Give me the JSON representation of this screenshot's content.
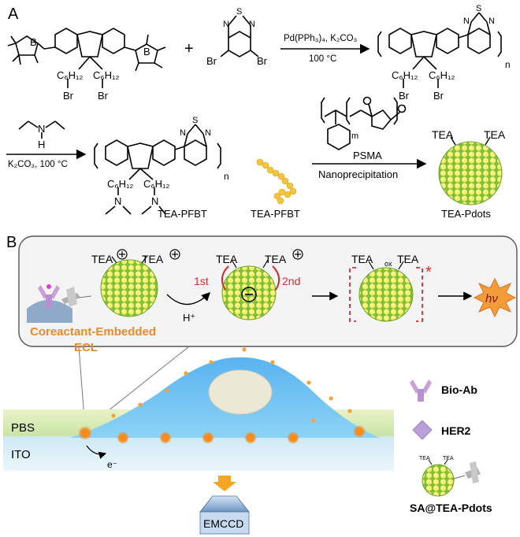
{
  "panelA": {
    "label": "A",
    "reaction1": {
      "plus": "+",
      "reagents": "Pd(PPh₃)₄, K₂CO₃",
      "temperature": "100 °C",
      "monomer1_chains": [
        "C₆H₁₂",
        "C₆H₁₂"
      ],
      "monomer1_halides": [
        "Br",
        "Br"
      ],
      "boron": [
        "B",
        "B"
      ],
      "monomer2_atoms": [
        "S",
        "N",
        "N",
        "Br",
        "Br"
      ],
      "product_chains": [
        "C₆H₁₂",
        "C₆H₁₂"
      ],
      "product_halides": [
        "Br",
        "Br"
      ],
      "repeat": "n"
    },
    "reaction2": {
      "amine_N": "N",
      "amine_H": "H",
      "conditions": "K₂CO₃, 100 °C",
      "product_chains": [
        "C₆H₁₂",
        "C₆H₁₂"
      ],
      "product_N": [
        "N",
        "N"
      ],
      "product_name": "TEA-PFBT",
      "repeat": "n",
      "thiadiazole": [
        "S",
        "N",
        "N"
      ]
    },
    "reaction3": {
      "polymer_label": "TEA-PFBT",
      "psma_m": "m",
      "psma_name": "PSMA",
      "method": "Nanoprecipitation",
      "dot_labels": [
        "TEA",
        "TEA"
      ],
      "product": "TEA-Pdots"
    }
  },
  "panelB": {
    "label": "B",
    "steps": {
      "dot1_labels": [
        "TEA",
        "TEA"
      ],
      "h_plus": "H⁺",
      "dot2_labels": [
        "TEA",
        "TEA"
      ],
      "first": "1st",
      "second": "2nd",
      "dot3_labels": [
        "TEA",
        "TEA"
      ],
      "ox_sub": "ox",
      "excited": "*",
      "emission": "hν"
    },
    "caption_line1": "Coreactant-Embedded",
    "caption_line2": "ECL",
    "layers": {
      "pbs": "PBS",
      "ito": "ITO",
      "electron": "e⁻"
    },
    "detector": "EMCCD",
    "legend": {
      "antibody": "Bio-Ab",
      "antigen": "HER2",
      "probe": "SA@TEA-Pdots",
      "probe_tags": [
        "TEA",
        "TEA"
      ]
    }
  },
  "colors": {
    "accent_orange": "#e9892d",
    "red": "#d62a2a",
    "cell_blue": "#6fc1ef",
    "dot_yellow": "#f1ee6a",
    "dot_green": "#8bc34a"
  }
}
